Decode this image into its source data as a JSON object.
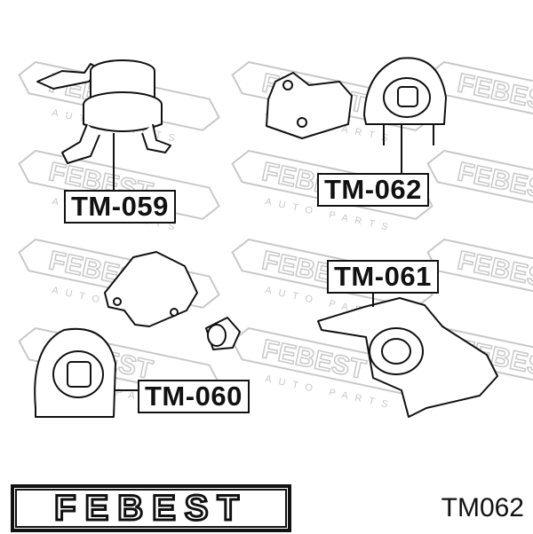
{
  "brand": {
    "name": "FEBEST",
    "watermark": "FEBEST",
    "watermark_sub": "AUTO PARTS"
  },
  "part_labels": [
    {
      "id": "tm059",
      "text": "TM-059"
    },
    {
      "id": "tm062",
      "text": "TM-062"
    },
    {
      "id": "tm061",
      "text": "TM-061"
    },
    {
      "id": "tm060",
      "text": "TM-060"
    }
  ],
  "part_number": "TM062",
  "colors": {
    "ink": "#111111",
    "watermark": "#c8c8c8",
    "background": "#ffffff"
  }
}
